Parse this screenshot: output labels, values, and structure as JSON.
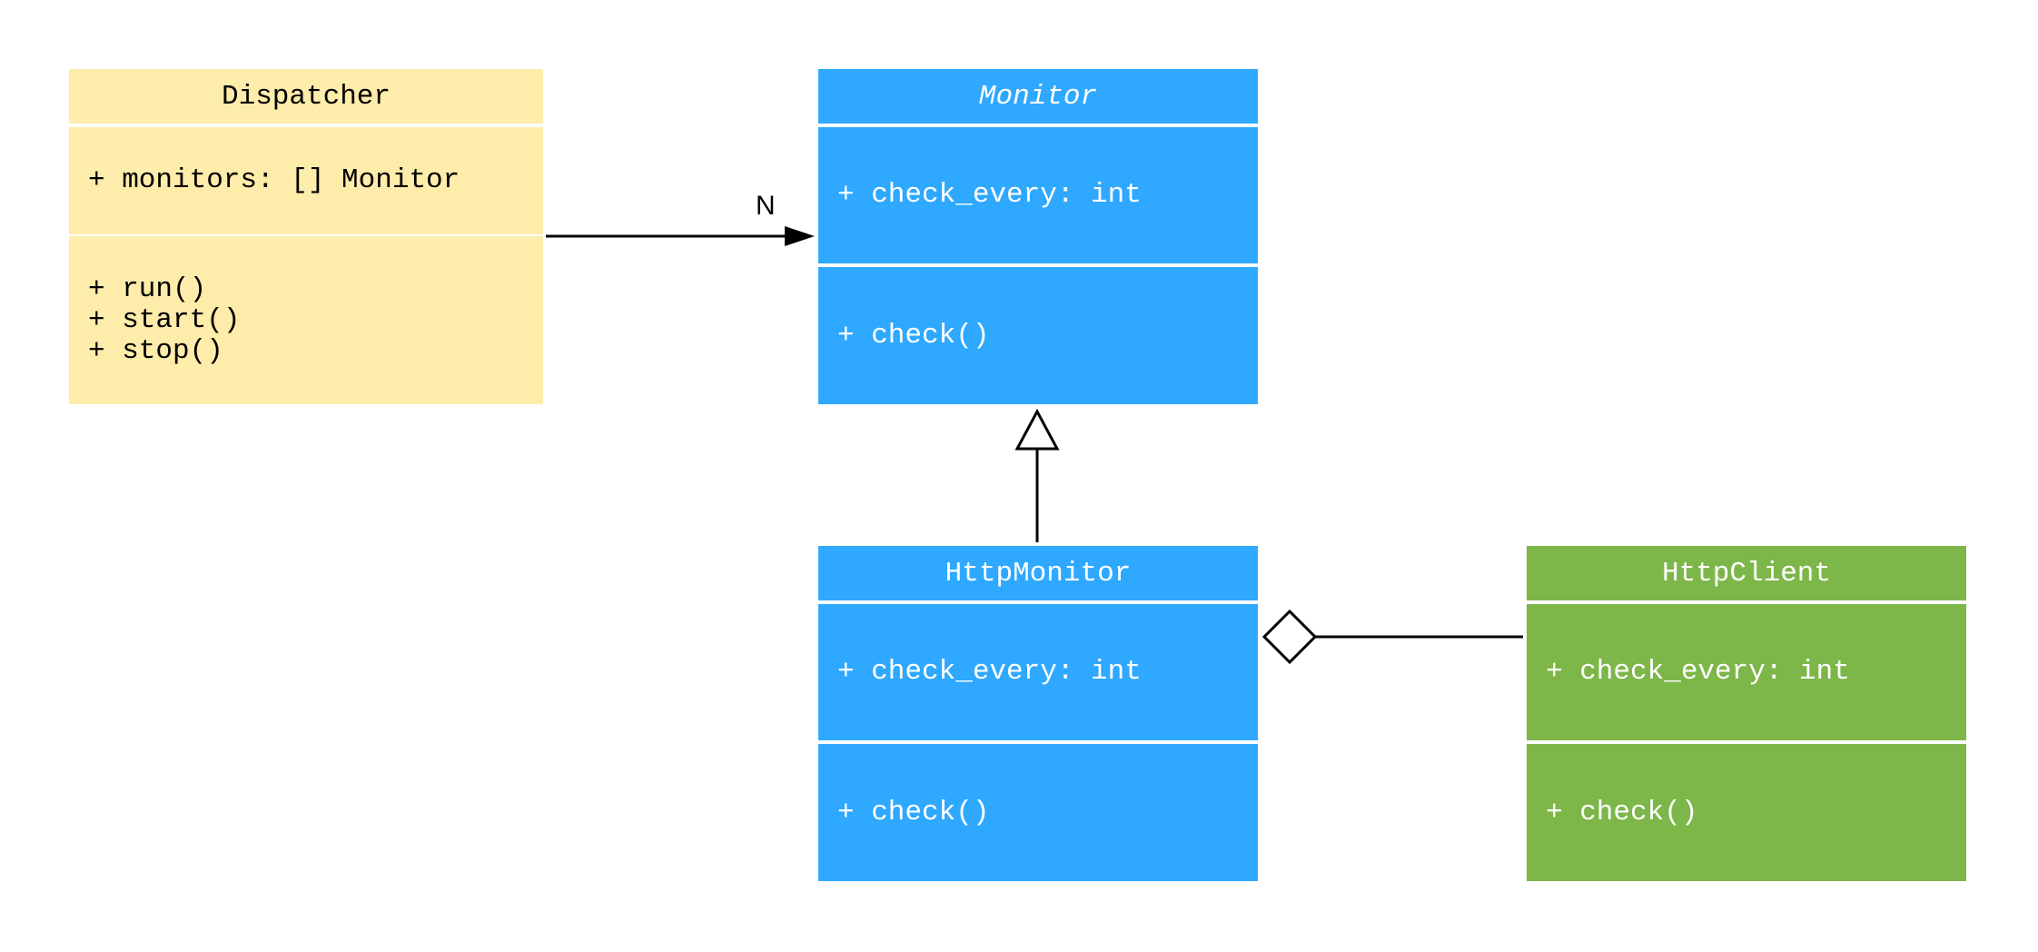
{
  "classes": {
    "dispatcher": {
      "name": "Dispatcher",
      "attributes": "+ monitors: [] Monitor",
      "methods": "+ run()\n+ start()\n+ stop()",
      "color": "#feecab"
    },
    "monitor": {
      "name": "Monitor",
      "abstract": true,
      "attributes": "+ check_every: int",
      "methods": "+ check()",
      "color": "#2fa8ff"
    },
    "http_monitor": {
      "name": "HttpMonitor",
      "attributes": "+ check_every: int",
      "methods": "+ check()",
      "color": "#2fa8ff"
    },
    "http_client": {
      "name": "HttpClient",
      "attributes": "+ check_every: int",
      "methods": "+ check()",
      "color": "#7db649"
    }
  },
  "relations": [
    {
      "from": "Dispatcher",
      "to": "Monitor",
      "type": "association",
      "multiplicity": "N"
    },
    {
      "from": "HttpMonitor",
      "to": "Monitor",
      "type": "inheritance"
    },
    {
      "from": "HttpClient",
      "to": "HttpMonitor",
      "type": "aggregation"
    }
  ]
}
